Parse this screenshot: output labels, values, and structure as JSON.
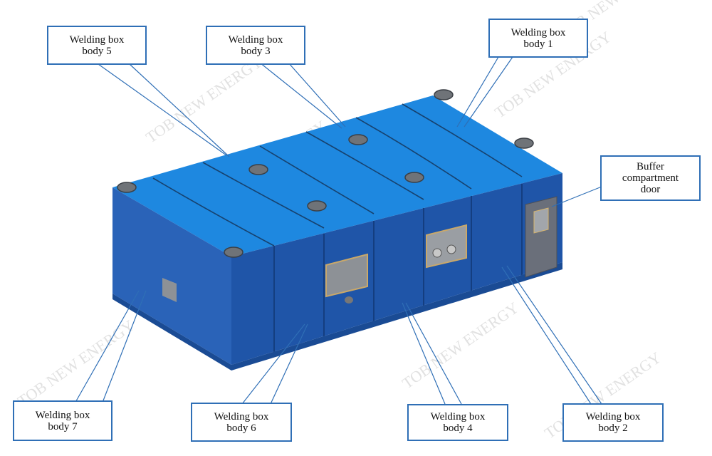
{
  "watermark": "TOB NEW ENERGY",
  "colors": {
    "box_front": "#1f55a8",
    "box_top": "#1e88e0",
    "callout_border": "#2f6fb6",
    "door": "#6a6f7a"
  },
  "callouts": {
    "body5": {
      "line1": "Welding box",
      "line2": "body 5"
    },
    "body3": {
      "line1": "Welding box",
      "line2": "body 3"
    },
    "body1": {
      "line1": "Welding box",
      "line2": "body 1"
    },
    "buffer": {
      "line1": "Buffer",
      "line2": "compartment",
      "line3": "door"
    },
    "body7": {
      "line1": "Welding box",
      "line2": "body 7"
    },
    "body6": {
      "line1": "Welding box",
      "line2": "body 6"
    },
    "body4": {
      "line1": "Welding box",
      "line2": "body 4"
    },
    "body2": {
      "line1": "Welding box",
      "line2": "body 2"
    }
  }
}
